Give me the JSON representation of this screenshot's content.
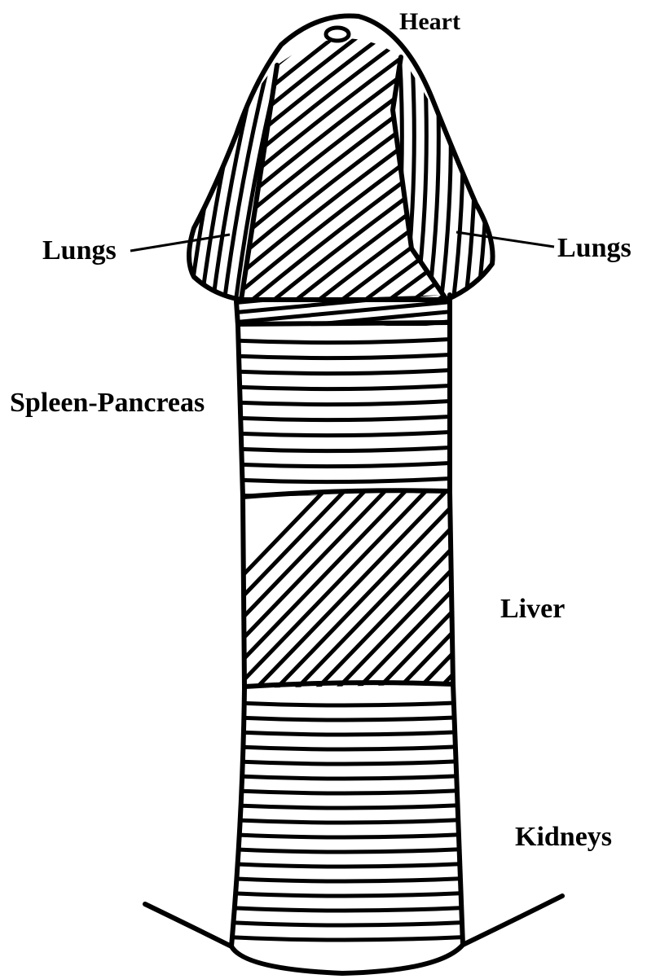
{
  "labels": {
    "heart": "Heart",
    "lungs_left": "Lungs",
    "lungs_right": "Lungs",
    "spleen_pancreas": "Spleen-Pancreas",
    "liver": "Liver",
    "kidneys": "Kidneys"
  },
  "colors": {
    "ink": "#000000",
    "paper": "#ffffff"
  }
}
